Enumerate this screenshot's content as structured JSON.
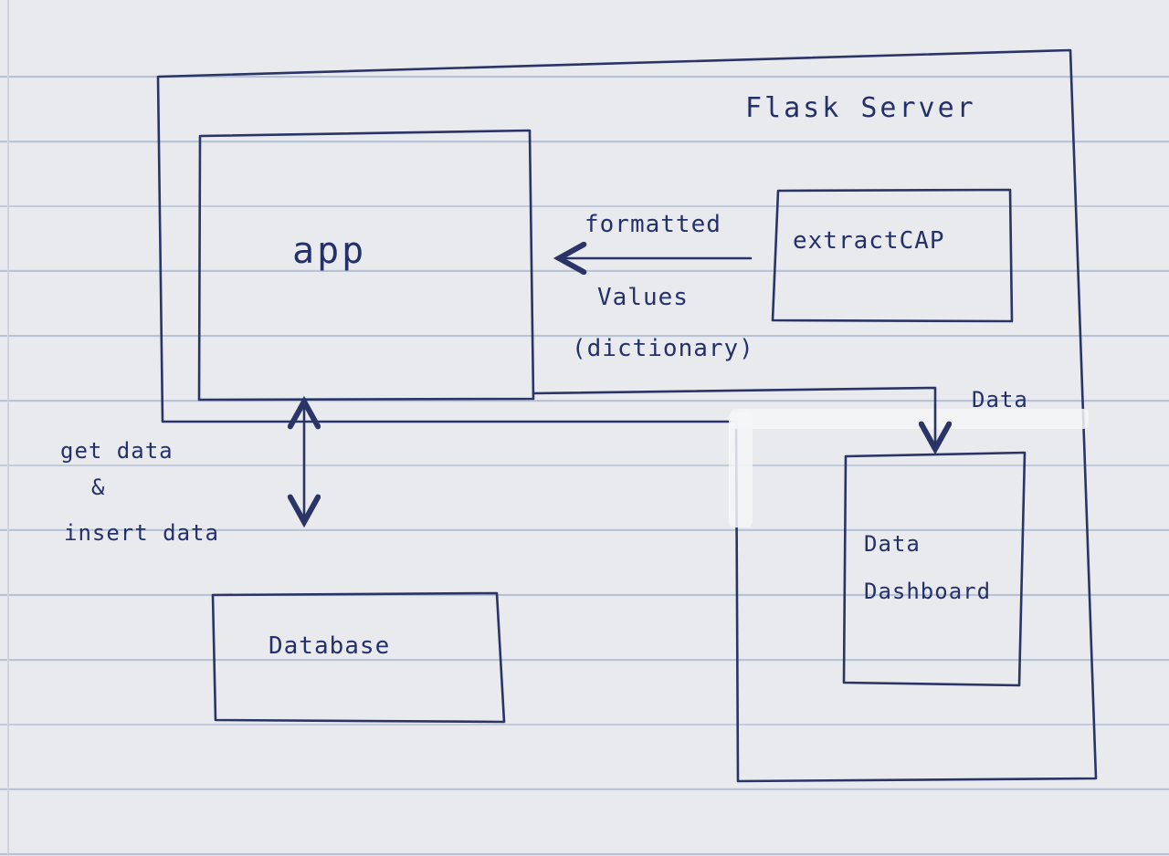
{
  "server": {
    "label": "Flask Server"
  },
  "app": {
    "label": "app"
  },
  "extract": {
    "label": "extractCAP"
  },
  "arrow_to_app": {
    "line1": "formatted",
    "line2": "Values",
    "line3": "(dictionary)"
  },
  "dashboard_arrow": {
    "label": "Data"
  },
  "db_arrow": {
    "line1": "get data",
    "line2": "&",
    "line3": "insert data"
  },
  "database": {
    "label": "Database"
  },
  "dashboard": {
    "line1": "Data",
    "line2": "Dashboard"
  },
  "colors": {
    "ink": "#2a3466",
    "paper": "#e9eaee",
    "rule": "#b6c3d6"
  }
}
